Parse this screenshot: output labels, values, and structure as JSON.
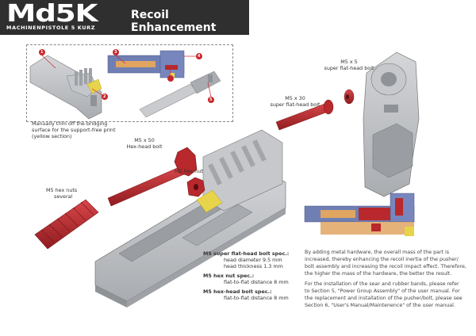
{
  "header": {
    "logo": "Md5K",
    "logo_sub": "MACHINENPISTOLE 5 KURZ",
    "title": "Recoil Enhancement"
  },
  "callouts": [
    "1",
    "2",
    "3",
    "4",
    "5"
  ],
  "trim_note": {
    "line1": "Manually trim off the bridging",
    "line2": "surface for the support-free print",
    "line3": "(yellow section)"
  },
  "labels": {
    "m5x5_a": "M5 x 5",
    "m5x5_b": "super flat-head bolt",
    "m5x30_a": "M5 x 30",
    "m5x30_b": "super flat-head bolt",
    "m5x50_a": "M5 x 50",
    "m5x50_b": "Hex-head bolt",
    "hexnut": "M5 hex nut",
    "hexnuts_a": "M5 hex nuts",
    "hexnuts_b": "several"
  },
  "specs": {
    "s1_title": "M5 super flat-head bolt spec.:",
    "s1_l1": "head diameter 9.5 mm",
    "s1_l2": "head thickness 1.3 mm",
    "s2_title": "M5 hex nut spec.:",
    "s2_l1": "flat-to-flat distance 8 mm",
    "s3_title": "M5 hex-head bolt spec.:",
    "s3_l1": "flat-to-flat distance 8 mm"
  },
  "paragraphs": {
    "p1_l1": "By adding metal hardware, the overall mass of the part is",
    "p1_l2": "increased, thereby enhancing the recoil inertia of the pusher/",
    "p1_l3": "bolt assembly and increasing the recoil impact effect. Therefore,",
    "p1_l4": "the higher the mass of the hardware, the better the result.",
    "p2_l1": "For the installation of the sear and rubber bands, please refer",
    "p2_l2": "to Section 5, \"Power Group Assembly\" of the user manual. For",
    "p2_l3": "the replacement and installation of the pusher/bolt, please see",
    "p2_l4": "Section 6, \"User's Manual/Maintenence\" of the user manual."
  },
  "colors": {
    "header_bg": "#2f2f2f",
    "hardware_red": "#b8282c",
    "part_gray": "#b9bcc0",
    "callout_red": "#c8262b",
    "highlight_yellow": "#e8d44a",
    "section_blue": "#6f7fb4",
    "section_orange": "#e0a561"
  }
}
